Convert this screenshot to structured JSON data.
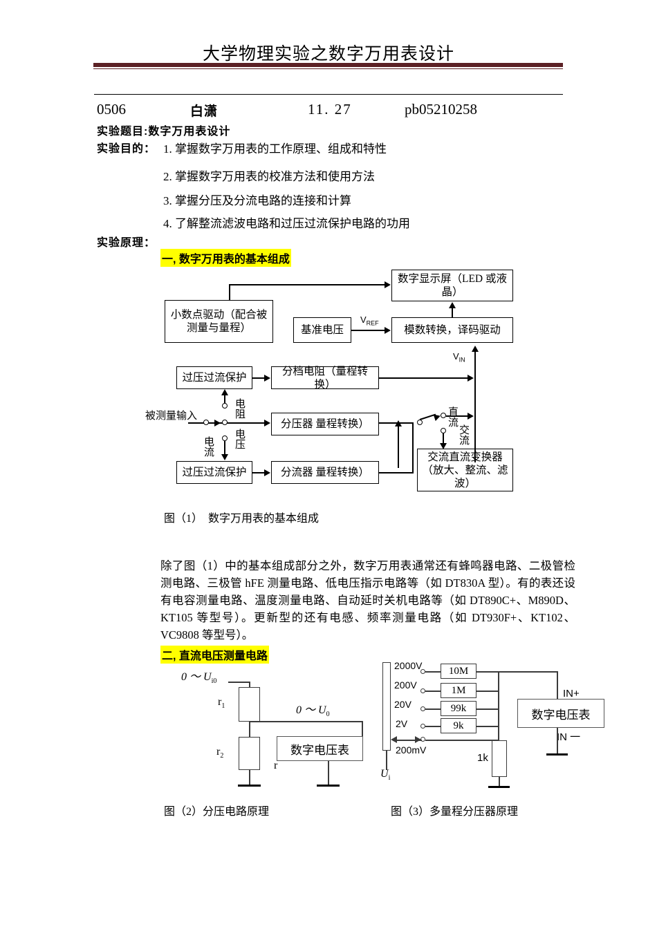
{
  "header": {
    "title": "大学物理实验之数字万用表设计"
  },
  "info": {
    "number": "0506",
    "name": "白潇",
    "date": "11. 27",
    "student_id": "pb05210258"
  },
  "labels": {
    "experiment_title_label": "实验题目:数字万用表设计",
    "purpose_label": "实验目的：",
    "principle_label": "实验原理："
  },
  "objectives": [
    "1. 掌握数字万用表的工作原理、组成和特性",
    "2. 掌握数字万用表的校准方法和使用方法",
    "3. 掌握分压及分流电路的连接和计算",
    "4. 了解整流滤波电路和过压过流保护电路的功用"
  ],
  "sections": [
    {
      "heading": "一, 数字万用表的基本组成"
    },
    {
      "heading": "二, 直流电压测量电路"
    }
  ],
  "figure1": {
    "caption": "图（1）　数字万用表的基本组成",
    "boxes": {
      "display": "数字显示屏（LED 或液晶）",
      "decimal_driver": "小数点驱动（配合被测量与量程）",
      "reference_voltage": "基准电压",
      "adc_decoder": "模数转换，译码驱动",
      "protect_top": "过压过流保护",
      "protect_bottom": "过压过流保护",
      "range_resistor": "分档电阻（量程转换）",
      "voltage_divider": "分压器 量程转换）",
      "current_shunt": "分流器 量程转换）",
      "ac_dc_converter": "交流直流变换器（放大、整流、滤波）"
    },
    "signal_labels": {
      "vref": "V",
      "vref_sub": "REF",
      "vin": "V",
      "vin_sub": "IN"
    },
    "input_label": "被测量输入",
    "switch_labels": {
      "resistance": "电阻",
      "voltage": "电压",
      "current": "电流",
      "dc": "直流",
      "ac": "交流"
    }
  },
  "paragraph": "除了图（1）中的基本组成部分之外，数字万用表通常还有蜂鸣器电路、二极管检测电路、三极管 hFE 测量电路、低电压指示电路等（如 DT830A 型）。有的表还设有电容测量电路、温度测量电路、自动延时关机电路等（如 DT890C+、M890D、KT105 等型号）。更新型的还有电感、频率测量电路（如 DT930F+、KT102、VC9808 等型号）。",
  "figure2": {
    "caption": "图（2）分压电路原理",
    "input_label": "0 ～ U",
    "input_sub": "i0",
    "output_label": "0 ～ U",
    "output_sub": "0",
    "r1": "r",
    "r1_sub": "1",
    "r2": "r",
    "r2_sub": "2",
    "meter": "数字电压表",
    "meter_r": "r"
  },
  "figure3": {
    "caption": "图（3）多量程分压器原理",
    "ranges": [
      "2000V",
      "200V",
      "20V",
      "2V",
      "200mV"
    ],
    "resistors": [
      "10M",
      "1M",
      "99k",
      "9k"
    ],
    "shunt_resistor": "1k",
    "meter": "数字电压表",
    "in_plus": "IN+",
    "in_minus": "IN 一",
    "source": "U",
    "source_sub": "i"
  },
  "colors": {
    "header_rule": "#5c2125",
    "highlight": "#ffff00",
    "ink": "#000000"
  }
}
